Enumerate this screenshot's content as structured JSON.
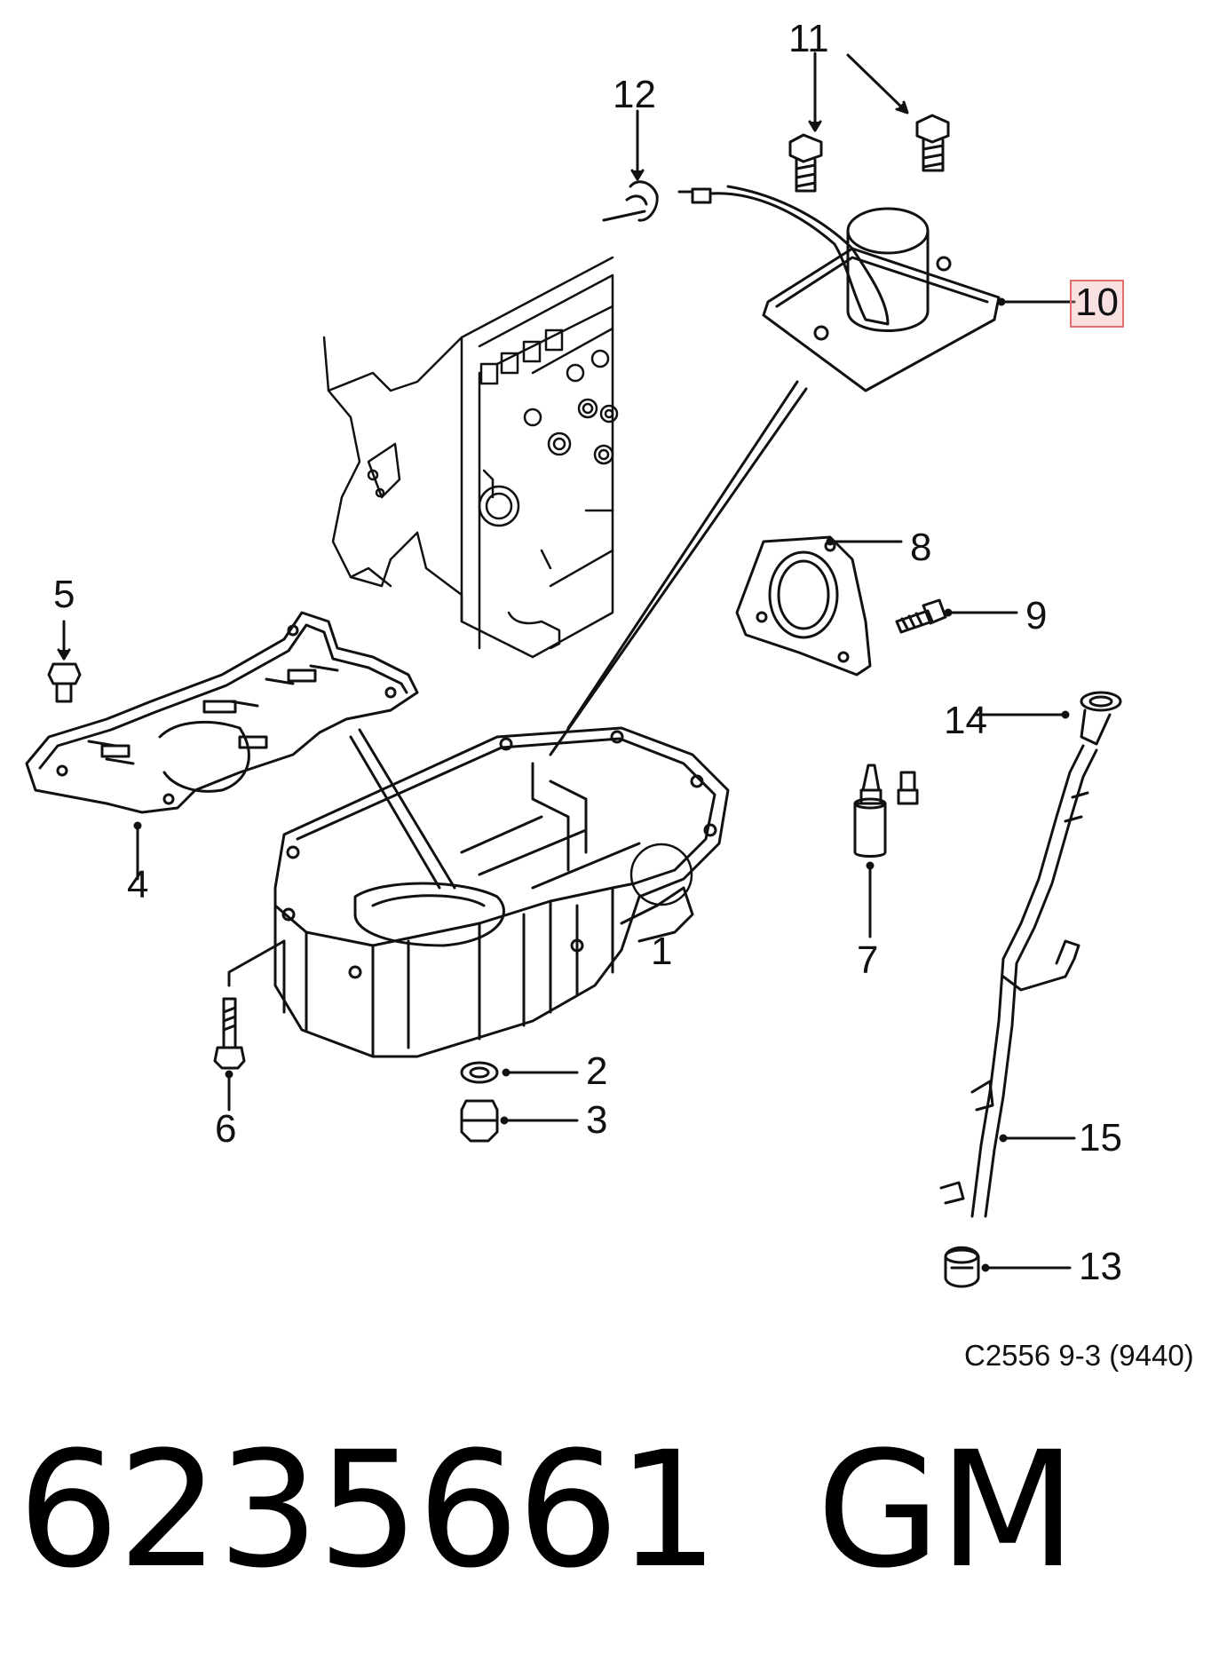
{
  "callouts": {
    "c1": "1",
    "c2": "2",
    "c3": "3",
    "c4": "4",
    "c5": "5",
    "c6": "6",
    "c7": "7",
    "c8": "8",
    "c9": "9",
    "c10": "10",
    "c11": "11",
    "c12": "12",
    "c13": "13",
    "c14": "14",
    "c15": "15"
  },
  "highlight_color": "#e46d6d",
  "diagram_code": "C2556 9-3 (9440)",
  "part_number": "6235661",
  "brand": "GM"
}
